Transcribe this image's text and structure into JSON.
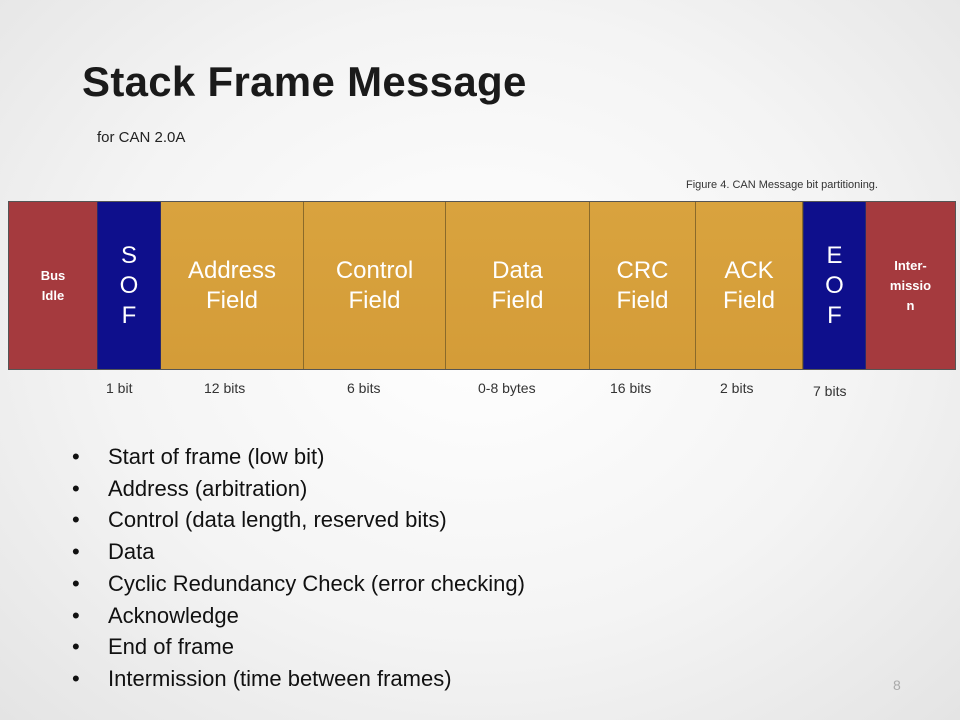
{
  "slide": {
    "title": "Stack Frame Message",
    "subtitle": "for CAN 2.0A",
    "caption": "Figure 4. CAN Message bit partitioning.",
    "page_number": "8"
  },
  "frame": {
    "segments": [
      {
        "label": "Bus\nIdle",
        "kind": "red"
      },
      {
        "label": "S\nO\nF",
        "kind": "blue"
      },
      {
        "label": "Address\nField",
        "kind": "gold"
      },
      {
        "label": "Control\nField",
        "kind": "gold"
      },
      {
        "label": "Data\nField",
        "kind": "gold"
      },
      {
        "label": "CRC\nField",
        "kind": "gold"
      },
      {
        "label": "ACK\nField",
        "kind": "gold"
      },
      {
        "label": "E\nO\nF",
        "kind": "blue"
      },
      {
        "label": "Inter-\nmissio\nn",
        "kind": "red"
      }
    ],
    "bit_labels": [
      "1 bit",
      "12 bits",
      "6 bits",
      "0-8 bytes",
      "16 bits",
      "2 bits",
      "7 bits"
    ],
    "colors": {
      "bus_idle": "#a53a3e",
      "sof_eof": "#0e0f8c",
      "fields": "#d49c38"
    }
  },
  "bullets": [
    "Start of frame (low bit)",
    "Address (arbitration)",
    "Control (data length, reserved bits)",
    "Data",
    "Cyclic Redundancy Check (error checking)",
    "Acknowledge",
    "End of frame",
    "Intermission (time between frames)"
  ],
  "bullet_glyph": "•"
}
